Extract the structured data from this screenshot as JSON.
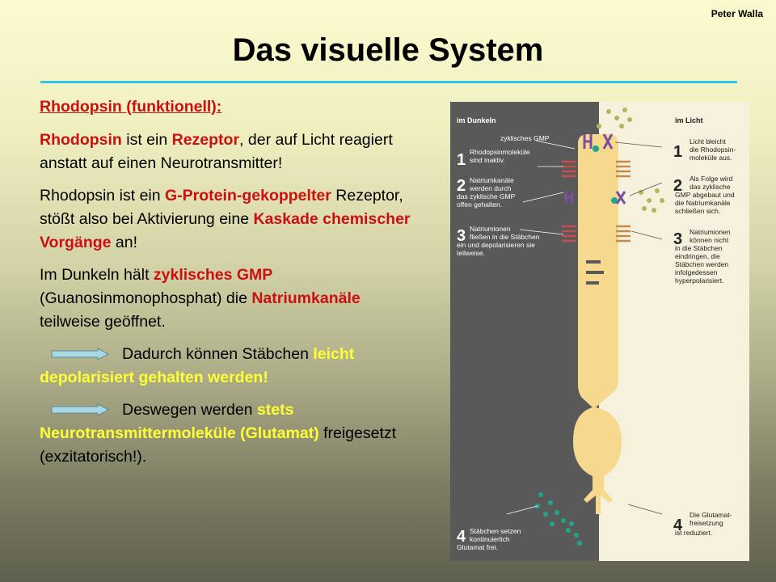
{
  "slide": {
    "author": "Peter Walla",
    "title": "Das visuelle System",
    "heading": "Rhodopsin (funktionell):",
    "p1": {
      "a": "Rhodopsin",
      "b": " ist ein ",
      "c": "Rezeptor",
      "d": ", der auf Licht reagiert anstatt auf einen Neurotransmitter!"
    },
    "p2": {
      "a": "Rhodopsin ist ein ",
      "b": "G-Protein-gekoppelter",
      "c": " Rezeptor, stößt also bei Aktivierung eine ",
      "d": "Kaskade chemischer Vorgänge",
      "e": " an!"
    },
    "p3": {
      "a": "Im Dunkeln hält ",
      "b": "zyklisches GMP",
      "c": " (Guanosinmonophosphat)  die ",
      "d": "Natriumkanäle",
      "e": " teilweise geöffnet."
    },
    "p4": {
      "a": "Dadurch können Stäbchen ",
      "b": "leicht depolarisiert gehalten werden!"
    },
    "p5": {
      "a": "Deswegen werden ",
      "b": "stets Neurotransmittermoleküle (Glutamat)",
      "c": " freigesetzt (exzitatorisch!)."
    }
  },
  "figure": {
    "dark_header": "im Dunkeln",
    "light_header": "im Licht",
    "cgmp_label": "zyklisches GMP",
    "dark_steps": [
      {
        "num": "1",
        "lines": [
          "Rhodopsinmoleküle",
          "sind inaktiv."
        ]
      },
      {
        "num": "2",
        "lines": [
          "Natriumkanäle",
          "werden durch",
          "das zyklische GMP",
          "offen gehalten."
        ]
      },
      {
        "num": "3",
        "lines": [
          "Natriumionen",
          "fließen in die Stäbchen",
          "ein und depolarisieren sie",
          "teilweise."
        ]
      },
      {
        "num": "4",
        "lines": [
          "Stäbchen setzen",
          "kontinuierlich",
          "Glutamat frei."
        ]
      }
    ],
    "light_steps": [
      {
        "num": "1",
        "lines": [
          "Licht bleicht",
          "die Rhodopsin-",
          "moleküle aus."
        ]
      },
      {
        "num": "2",
        "lines": [
          "Als Folge wird",
          "das zyklische",
          "GMP abgebaut und",
          "die Natriumkanäle",
          "schließen sich."
        ]
      },
      {
        "num": "3",
        "lines": [
          "Natriumionen",
          "können nicht",
          "in die Stäbchen",
          "eindringen, die",
          "Stäbchen werden",
          "infolgedessen",
          "hyperpolarisiert."
        ]
      },
      {
        "num": "4",
        "lines": [
          "Die Glutamat-",
          "freisetzung",
          "ist reduziert."
        ]
      }
    ],
    "colors": {
      "dark_panel": "#595959",
      "light_panel": "#f5f1dc",
      "cell": "#f7d98d",
      "channel": "#c0504d",
      "dot": "#1fa58c",
      "light_dot": "#b4b45a"
    }
  }
}
